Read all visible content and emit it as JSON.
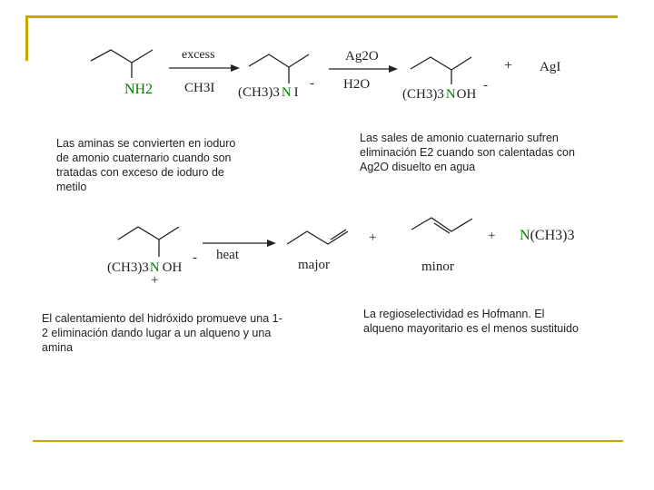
{
  "slide": {
    "colors": {
      "frame": "#c8a800",
      "accent": "#007a00",
      "text": "#222222"
    },
    "reaction1": {
      "reagent_top": "excess",
      "reagent_bottom": "CH3I",
      "amine_label": "NH2",
      "product_label_prefix": "(CH3)3",
      "product_label_n": "N",
      "product_label_counterion": "I",
      "product_charge": "-"
    },
    "reaction2": {
      "reagent_top": "Ag2O",
      "reagent_bottom": "H2O",
      "product_label_prefix": "(CH3)3",
      "product_label_n": "N",
      "product_label_counterion": "OH",
      "product_charge": "-",
      "plus": "+",
      "byproduct": "AgI"
    },
    "reaction3": {
      "reactant_prefix": "(CH3)3",
      "reactant_n": "N",
      "reactant_counterion": "OH",
      "reactant_charge": "-",
      "reactant_plus_charge": "+",
      "condition": "heat",
      "major_label": "major",
      "minor_label": "minor",
      "plus1": "+",
      "plus2": "+",
      "amine_n": "N",
      "amine_rest": "(CH3)3"
    },
    "descriptions": {
      "d1": "Las aminas se convierten en ioduro de amonio cuaternario cuando son tratadas con exceso de ioduro de metilo",
      "d2": "Las sales de amonio cuaternario sufren eliminación E2 cuando son calentadas con Ag2O disuelto en agua",
      "d3": "El calentamiento del hidróxido promueve una 1-2 eliminación dando lugar a un alqueno y una amina",
      "d4": "La regioselectividad es Hofmann. El alqueno mayoritario es el menos sustituido"
    }
  }
}
